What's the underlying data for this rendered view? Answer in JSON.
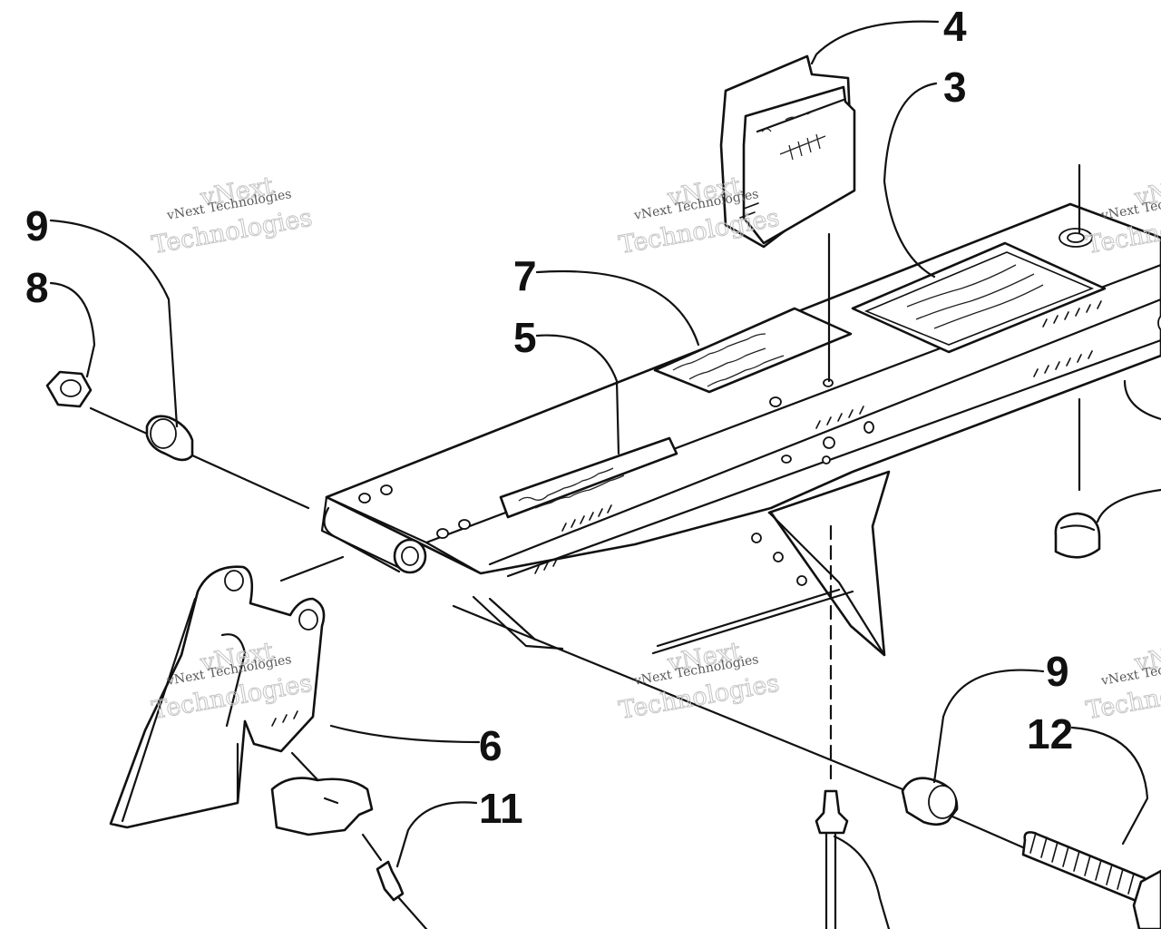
{
  "diagram": {
    "callouts": {
      "c3": "3",
      "c4": "4",
      "c5": "5",
      "c6": "6",
      "c7": "7",
      "c8": "8",
      "c9_left": "9",
      "c9_right": "9",
      "c11": "11",
      "c12": "12"
    },
    "watermarks": [
      {
        "small": "vNext Technologies",
        "big1": "vNext",
        "big2": "Technologies"
      },
      {
        "small": "vNext Technologies",
        "big1": "vNext",
        "big2": "Technologies"
      },
      {
        "small": "vNext Technologies",
        "big1": "vNext",
        "big2": "Technologies"
      },
      {
        "small": "vNext Technologies",
        "big1": "vNext",
        "big2": "Technologies"
      },
      {
        "small": "vNext Technologies",
        "big1": "vNext",
        "big2": "Technologies"
      },
      {
        "small": "vNext Technologies",
        "big1": "vNext",
        "big2": "Technologies"
      }
    ]
  }
}
